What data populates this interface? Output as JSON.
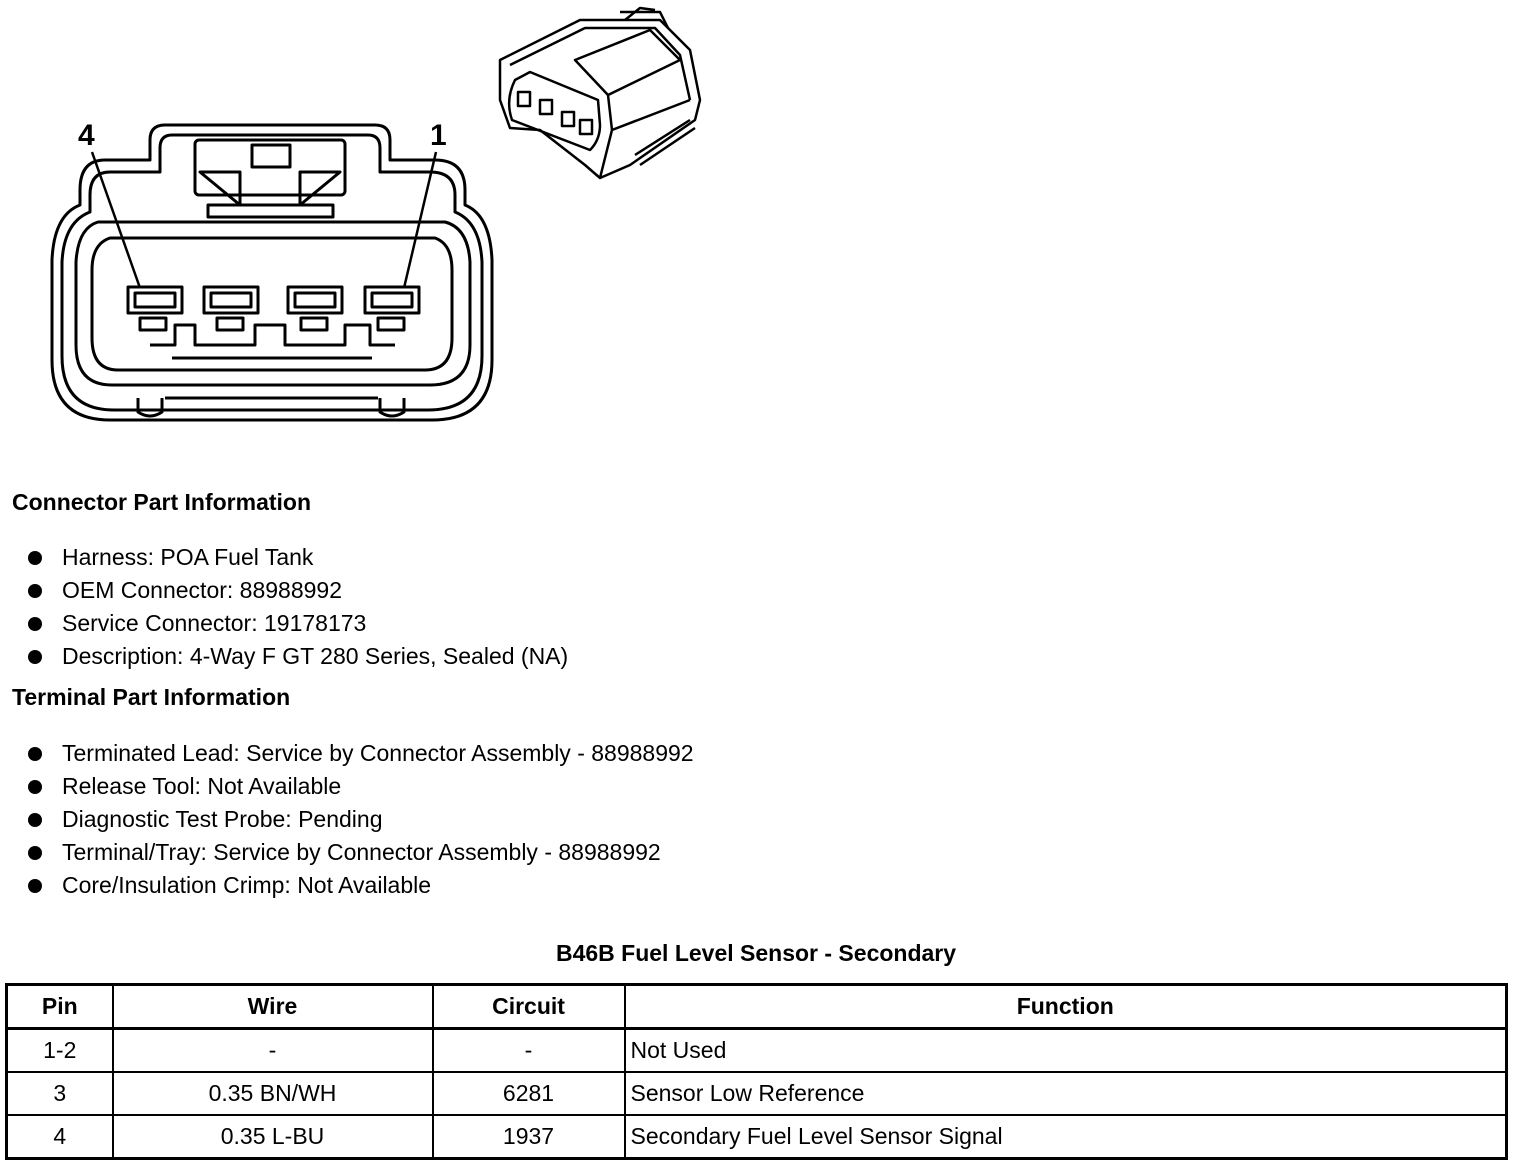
{
  "diagram": {
    "pin_labels": [
      "4",
      "1"
    ]
  },
  "connector_info": {
    "title": "Connector Part Information",
    "items": [
      "Harness: POA Fuel Tank",
      "OEM Connector: 88988992",
      "Service Connector: 19178173",
      "Description: 4-Way F GT 280 Series, Sealed (NA)"
    ]
  },
  "terminal_info": {
    "title": "Terminal Part Information",
    "items": [
      "Terminated Lead: Service by Connector Assembly - 88988992",
      "Release Tool: Not Available",
      "Diagnostic Test Probe: Pending",
      "Terminal/Tray: Service by Connector Assembly - 88988992",
      "Core/Insulation Crimp: Not Available"
    ]
  },
  "table": {
    "title": "B46B Fuel Level Sensor - Secondary",
    "headers": [
      "Pin",
      "Wire",
      "Circuit",
      "Function"
    ],
    "rows": [
      [
        "1-2",
        "-",
        "-",
        "Not Used"
      ],
      [
        "3",
        "0.35 BN/WH",
        "6281",
        "Sensor Low Reference"
      ],
      [
        "4",
        "0.35 L-BU",
        "1937",
        "Secondary Fuel Level Sensor Signal"
      ]
    ]
  }
}
